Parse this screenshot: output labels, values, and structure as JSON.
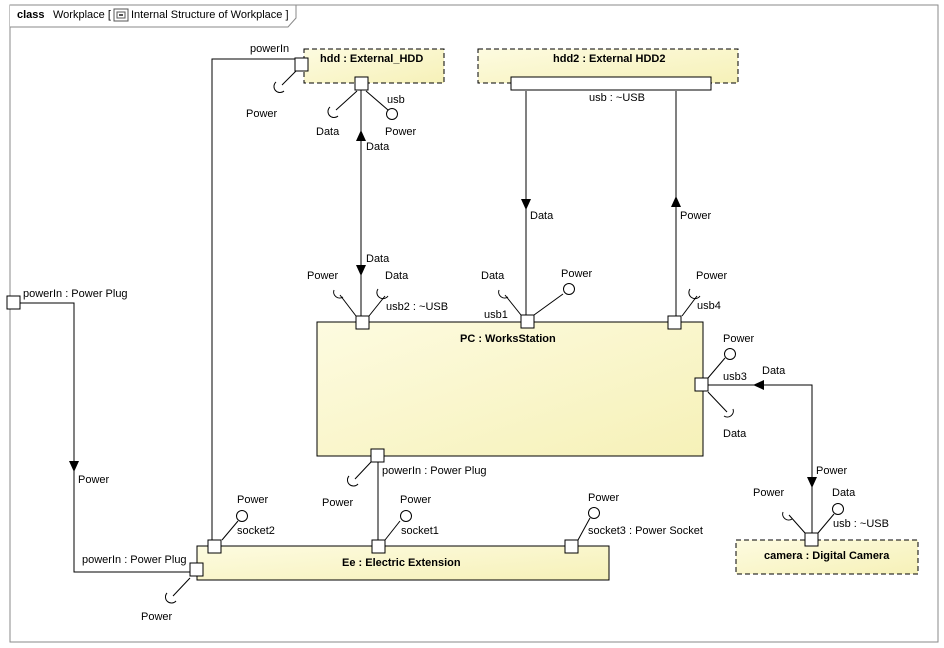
{
  "frame": {
    "keyword": "class",
    "name": "Workplace [",
    "diagram_name": "Internal Structure of Workplace ]"
  },
  "parts": {
    "hdd": "hdd : External_HDD",
    "hdd2": "hdd2 : External HDD2",
    "pc": "PC : WorksStation",
    "ee": "Ee : Electric Extension",
    "camera": "camera : Digital Camera"
  },
  "ports": {
    "hdd_powerIn": "powerIn",
    "hdd_usb": "usb",
    "hdd2_usb": "usb : ~USB",
    "workplace_powerIn": "powerIn : Power Plug",
    "pc_usb2": "usb2 : ~USB",
    "pc_usb1": "usb1",
    "pc_usb4": "usb4",
    "pc_usb3": "usb3",
    "pc_powerIn": "powerIn : Power Plug",
    "ee_socket2": "socket2",
    "ee_socket1": "socket1",
    "ee_socket3": "socket3 : Power Socket",
    "ee_powerIn": "powerIn : Power Plug",
    "camera_usb": "usb : ~USB"
  },
  "interfaces": {
    "hdd_powerIn_power": "Power",
    "hdd_usb_data": "Data",
    "hdd_usb_power": "Power",
    "pc_usb2_power": "Power",
    "pc_usb2_data": "Data",
    "pc_usb1_data": "Data",
    "pc_usb1_power": "Power",
    "pc_usb4_power": "Power",
    "pc_usb3_power": "Power",
    "pc_usb3_data": "Data",
    "pc_powerIn_power": "Power",
    "ee_socket2_power": "Power",
    "ee_socket1_power": "Power",
    "ee_socket3_power": "Power",
    "ee_powerIn_power": "Power",
    "camera_power": "Power",
    "camera_data": "Data"
  },
  "flows": {
    "hdd_up": "Data",
    "hdd_down": "Data",
    "hdd2_down": "Data",
    "hdd2_up": "Power",
    "workplace_power": "Power",
    "camera_data": "Data",
    "camera_power": "Power"
  },
  "colors": {
    "part_fill": "#fbf9d0",
    "part_fill_light": "#fefde8",
    "line": "#000000",
    "frame": "#8a8a8a"
  }
}
